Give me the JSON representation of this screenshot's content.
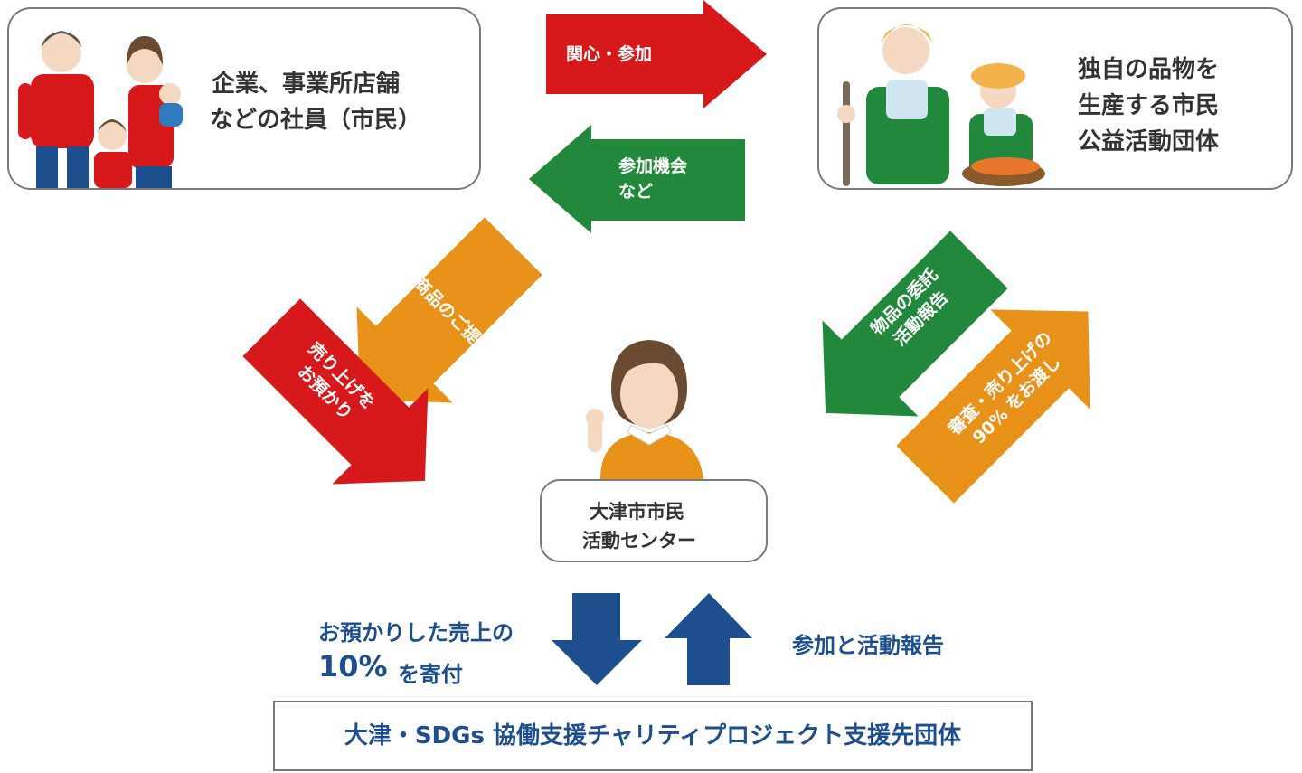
{
  "top_left": {
    "title_line1": "企業、事業所店舗",
    "title_line2": "などの社員（市民）"
  },
  "top_right": {
    "title_line1": "独自の品物を",
    "title_line2": "生産する市民",
    "title_line3": "公益活動団体"
  },
  "arrows": {
    "interest_participation": "関心・参加",
    "participation_opportunity_line1": "参加機会",
    "participation_opportunity_line2": "など",
    "provide_goods": "商品のご提供",
    "deposit_sales_line1": "売り上げを",
    "deposit_sales_line2": "お預かり",
    "entrust_goods_line1": "物品の委託",
    "entrust_goods_line2": "活動報告",
    "review_line1": "審査・売り上げの",
    "review_line2": "90% をお渡し"
  },
  "center": {
    "line1": "大津市市民",
    "line2": "活動センター"
  },
  "bottom": {
    "donate_line1": "お預かりした売上の",
    "donate_pct": "10%",
    "donate_line2": "を寄付",
    "report": "参加と活動報告",
    "project_title": "大津・SDGs 協働支援チャリティプロジェクト支援先団体"
  },
  "colors": {
    "red": "#d7191c",
    "green": "#22883c",
    "orange": "#e8921a",
    "blue": "#1d4f8f",
    "skin": "#f4d8c2",
    "hair": "#6b4a32"
  }
}
